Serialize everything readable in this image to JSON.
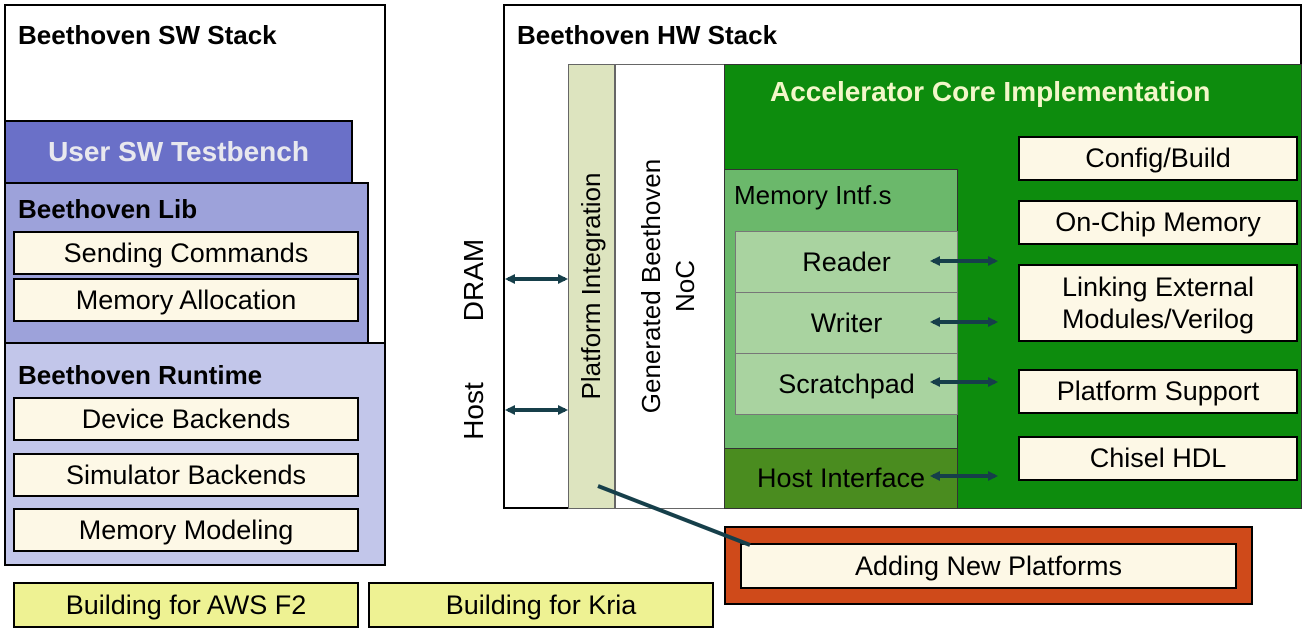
{
  "sw_stack": {
    "title": "Beethoven SW Stack",
    "testbench": "User SW Testbench",
    "lib": {
      "title": "Beethoven Lib",
      "items": [
        "Sending Commands",
        "Memory Allocation"
      ]
    },
    "runtime": {
      "title": "Beethoven Runtime",
      "items": [
        "Device Backends",
        "Simulator Backends",
        "Memory Modeling"
      ]
    }
  },
  "hw_stack": {
    "title": "Beethoven HW Stack",
    "host_labels": [
      "DRAM",
      "Host"
    ],
    "platform_integration": "Platform Integration",
    "noc": [
      "Generated Beethoven",
      "NoC"
    ],
    "core": {
      "title": "Accelerator Core Implementation",
      "memory": {
        "title": "Memory Intf.s",
        "items": [
          "Reader",
          "Writer",
          "Scratchpad"
        ]
      },
      "host_interface": "Host Interface",
      "features": [
        "Config/Build",
        "On-Chip Memory",
        "Linking External Modules/Verilog",
        "Platform Support",
        "Chisel HDL"
      ]
    }
  },
  "adding_platforms": "Adding New Platforms",
  "build_targets": [
    "Building for AWS F2",
    "Building for Kria"
  ],
  "colors": {
    "testbench": "#6a70c8",
    "lib": "#9da2da",
    "runtime": "#c2c6ea",
    "core_green": "#0d8c0d",
    "memory_green": "#6bb86b",
    "memory_item": "#a9d3a0",
    "host_interface": "#4a8c1f",
    "platform_integration": "#dde4bf",
    "adding_outer": "#cf4a1a",
    "build_yellow": "#eef293",
    "arrow": "#163f4a"
  }
}
